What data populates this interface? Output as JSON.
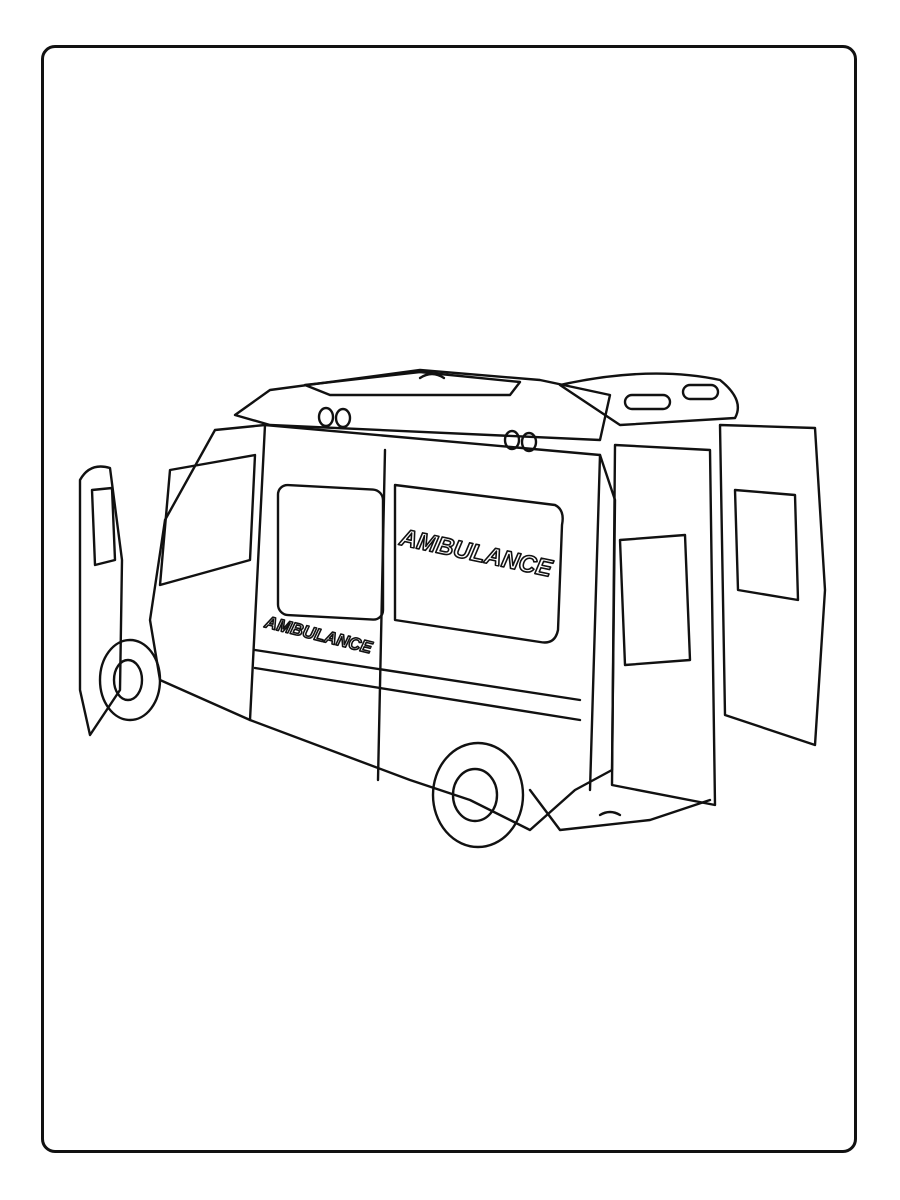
{
  "page": {
    "type": "coloring-page",
    "subject": "ambulance van with open doors",
    "border_color": "#111111",
    "background": "#ffffff"
  },
  "labels": {
    "side_panel_text": "AMBULANCE",
    "lower_side_text": "AMBULANCE"
  }
}
